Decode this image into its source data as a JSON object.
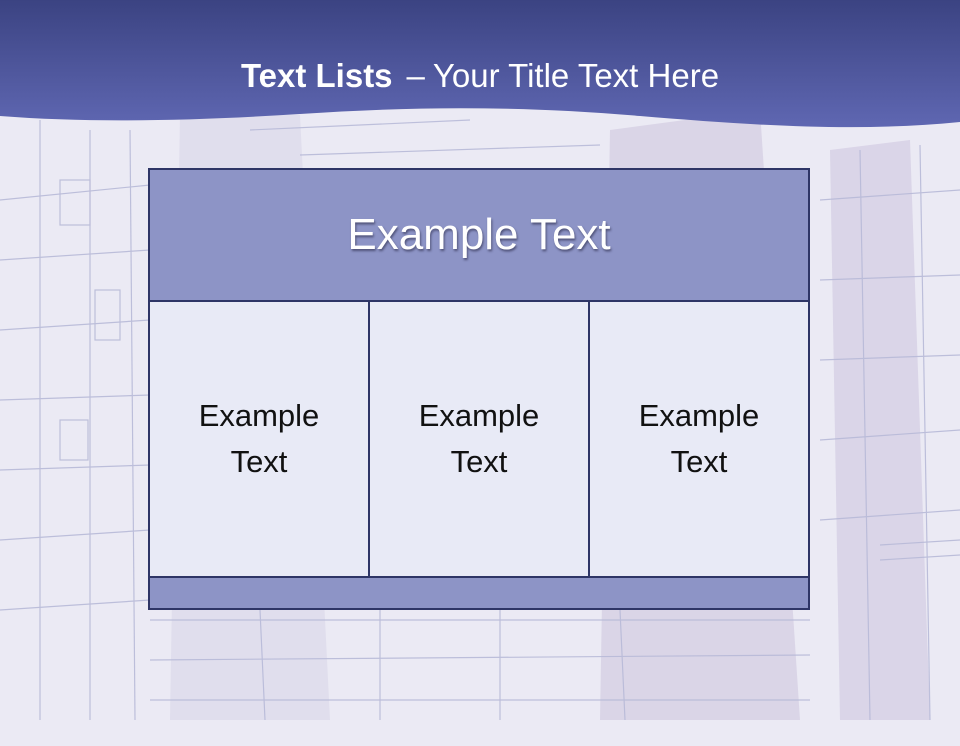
{
  "slide": {
    "title_bold": "Text Lists",
    "title_dash": "–",
    "title_rest": "Your Title Text Here"
  },
  "table": {
    "header": "Example Text",
    "cells": [
      "Example Text",
      "Example Text",
      "Example Text"
    ]
  },
  "colors": {
    "banner": "#5a62a8",
    "header_fill": "#8d94c6",
    "cell_fill": "#e8eaf6",
    "border": "#2e3566"
  }
}
